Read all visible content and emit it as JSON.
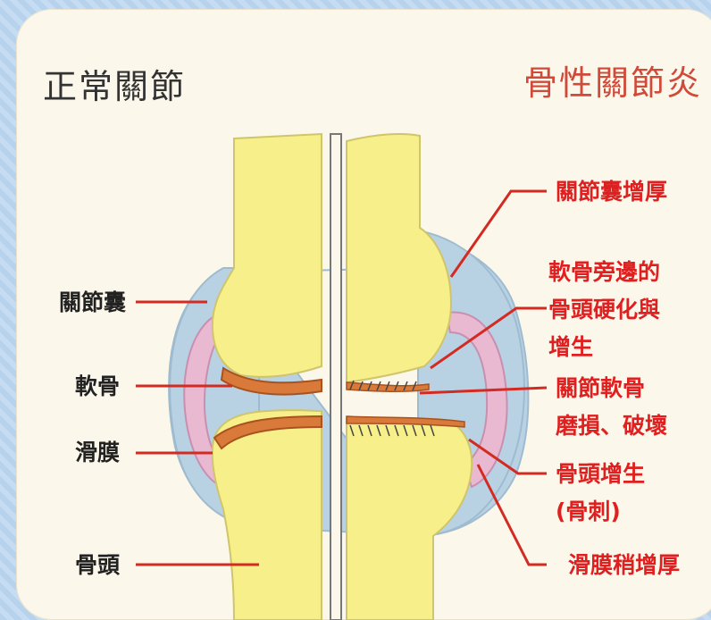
{
  "titles": {
    "normal": "正常關節",
    "oa": "骨性關節炎"
  },
  "labels_left": [
    {
      "key": "capsule",
      "text": "關節囊"
    },
    {
      "key": "cartilage",
      "text": "軟骨"
    },
    {
      "key": "synovium",
      "text": "滑膜"
    },
    {
      "key": "bone_end",
      "text": "骨頭"
    }
  ],
  "labels_right": [
    {
      "key": "capsule_thickening",
      "lines": [
        "關節囊增厚"
      ]
    },
    {
      "key": "cartilage_edge_sclerosis",
      "lines": [
        "軟骨旁邊的",
        "骨頭硬化與",
        "增生"
      ]
    },
    {
      "key": "cartilage_wear",
      "lines": [
        "關節軟骨",
        "磨損、破壞"
      ]
    },
    {
      "key": "bone_spur",
      "lines": [
        "骨頭增生",
        "(骨刺)"
      ]
    },
    {
      "key": "synovium_thickening",
      "lines": [
        "滑膜稍增厚"
      ]
    }
  ],
  "colors": {
    "bone": "#f7ef8a",
    "capsule": "#b8d2e4",
    "synovium": "#e9b9d2",
    "cartilage": "#d97a3a",
    "arrow_left": "#d32a22",
    "arrow_right": "#d32a22",
    "title_oa": "#d04a3a"
  }
}
